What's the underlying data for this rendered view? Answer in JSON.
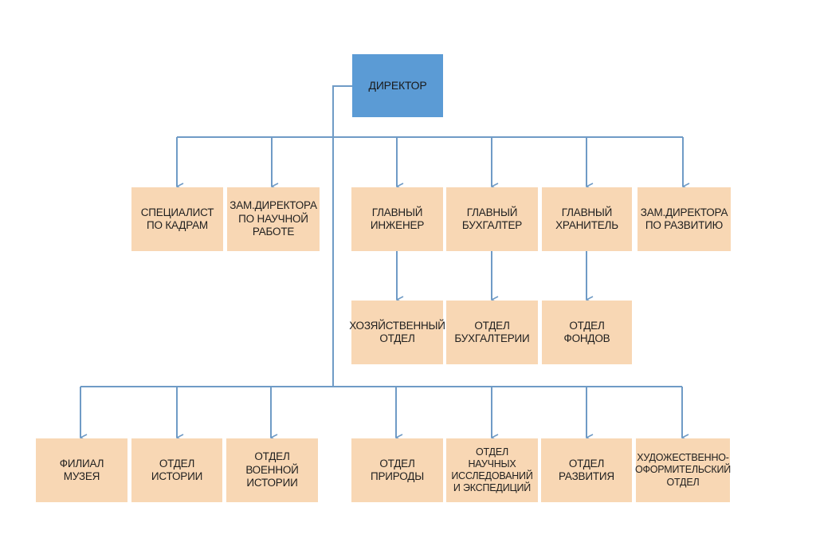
{
  "colors": {
    "root_fill": "#5b9bd5",
    "node_fill": "#f8d7b4",
    "connector": "#6f9bc6",
    "background": "#ffffff"
  },
  "nodes": {
    "director": "ДИРЕКТОР",
    "hr_specialist": "СПЕЦИАЛИСТ\nПО КАДРАМ",
    "deputy_science": "ЗАМ.ДИРЕКТОРА\nПО НАУЧНОЙ\nРАБОТЕ",
    "chief_engineer": "ГЛАВНЫЙ\nИНЖЕНЕР",
    "chief_accountant": "ГЛАВНЫЙ\nБУХГАЛТЕР",
    "chief_curator": "ГЛАВНЫЙ\nХРАНИТЕЛЬ",
    "deputy_development": "ЗАМ.ДИРЕКТОРА\nПО РАЗВИТИЮ",
    "maintenance_dept": "ХОЗЯЙСТВЕННЫЙ\nОТДЕЛ",
    "accounting_dept": "ОТДЕЛ\nБУХГАЛТЕРИИ",
    "funds_dept": "ОТДЕЛ\nФОНДОВ",
    "museum_branch": "ФИЛИАЛ\nМУЗЕЯ",
    "history_dept": "ОТДЕЛ\nИСТОРИИ",
    "military_history_dept": "ОТДЕЛ\nВОЕННОЙ\nИСТОРИИ",
    "nature_dept": "ОТДЕЛ\nПРИРОДЫ",
    "research_dept": "ОТДЕЛ\nНАУЧНЫХ\nИССЛЕДОВАНИЙ\nИ ЭКСПЕДИЦИЙ",
    "development_dept": "ОТДЕЛ\nРАЗВИТИЯ",
    "art_design_dept": "ХУДОЖЕСТВЕННО-\nОФОРМИТЕЛЬСКИЙ\nОТДЕЛ"
  },
  "edges": [
    [
      "director",
      "hr_specialist"
    ],
    [
      "director",
      "deputy_science"
    ],
    [
      "director",
      "chief_engineer"
    ],
    [
      "director",
      "chief_accountant"
    ],
    [
      "director",
      "chief_curator"
    ],
    [
      "director",
      "deputy_development"
    ],
    [
      "chief_engineer",
      "maintenance_dept"
    ],
    [
      "chief_accountant",
      "accounting_dept"
    ],
    [
      "chief_curator",
      "funds_dept"
    ],
    [
      "director",
      "museum_branch"
    ],
    [
      "director",
      "history_dept"
    ],
    [
      "director",
      "military_history_dept"
    ],
    [
      "director",
      "nature_dept"
    ],
    [
      "director",
      "research_dept"
    ],
    [
      "director",
      "development_dept"
    ],
    [
      "director",
      "art_design_dept"
    ]
  ]
}
